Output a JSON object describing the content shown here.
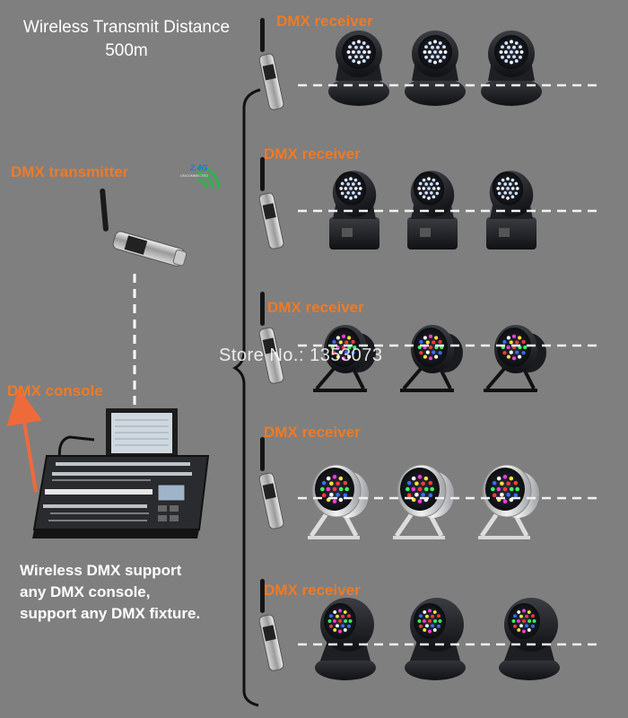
{
  "title": {
    "line1": "Wireless Transmit Distance",
    "line2": "500m"
  },
  "transmitter_label": "DMX transmitter",
  "console_label": "DMX console",
  "receiver_label": "DMX receiver",
  "badge": {
    "big": "2.4G",
    "small": "UNCONNECTED"
  },
  "note": {
    "line1": "Wireless DMX support",
    "line2": "any DMX console,",
    "line3": "support any DMX fixture."
  },
  "watermark": "Store No.: 1353073",
  "colors": {
    "background": "#7f7f7f",
    "accent_orange": "#f07a24",
    "arrow": "#ef6a3a"
  },
  "rows": [
    {
      "label": "DMX receiver",
      "fixture": "led-moving-head-small"
    },
    {
      "label": "DMX receiver",
      "fixture": "led-moving-head-tilted"
    },
    {
      "label": "DMX receiver",
      "fixture": "led-par-can-black"
    },
    {
      "label": "DMX receiver",
      "fixture": "led-par-can-silver"
    },
    {
      "label": "DMX receiver",
      "fixture": "led-moving-head-wash"
    }
  ]
}
